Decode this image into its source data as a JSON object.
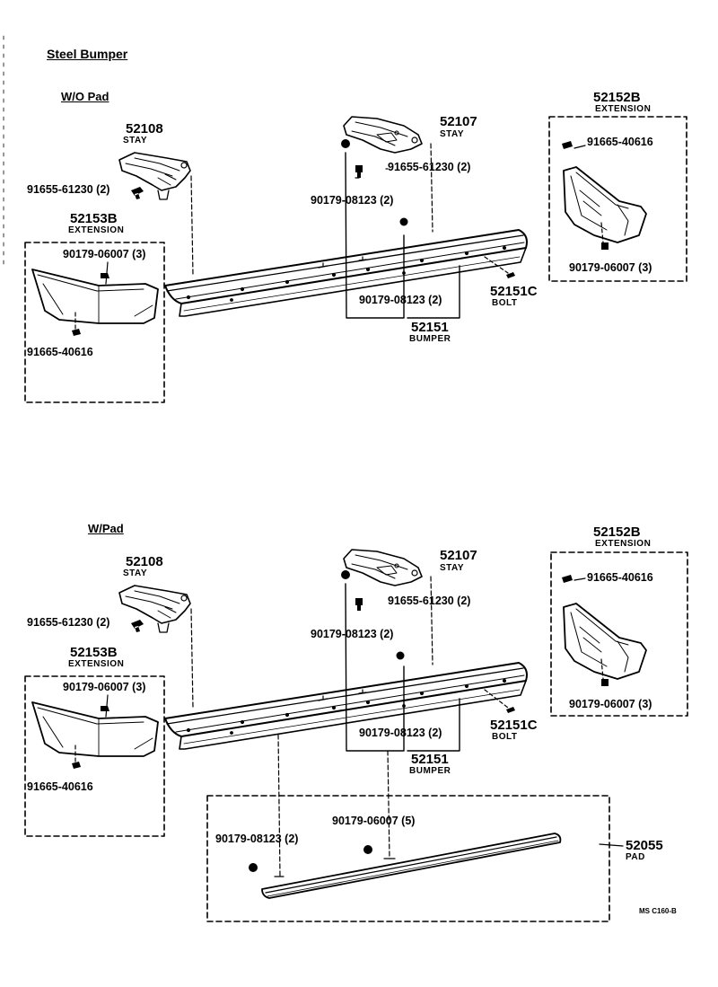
{
  "title": "Steel Bumper",
  "code": "MS C160-B",
  "top": {
    "heading": "W/O Pad",
    "stay_left": {
      "num": "52108",
      "name": "STAY"
    },
    "stay_right": {
      "num": "52107",
      "name": "STAY"
    },
    "ext_left": {
      "num": "52153B",
      "name": "EXTENSION"
    },
    "ext_right": {
      "num": "52152B",
      "name": "EXTENSION"
    },
    "bumper": {
      "num": "52151",
      "name": "BUMPER"
    },
    "bolt": {
      "num": "52151C",
      "name": "BOLT"
    },
    "parts": {
      "bolt_left": "91655-61230 (2)",
      "bolt_right": "91655-61230 (2)",
      "bolt_stay": "90179-08123 (2)",
      "bolt_bumper": "90179-08123 (2)",
      "nut_ext_left": "90179-06007 (3)",
      "clip_left": "91665-40616",
      "clip_right": "91665-40616",
      "nut_ext_right": "90179-06007 (3)"
    }
  },
  "bottom": {
    "heading": "W/Pad",
    "stay_left": {
      "num": "52108",
      "name": "STAY"
    },
    "stay_right": {
      "num": "52107",
      "name": "STAY"
    },
    "ext_left": {
      "num": "52153B",
      "name": "EXTENSION"
    },
    "ext_right": {
      "num": "52152B",
      "name": "EXTENSION"
    },
    "bumper": {
      "num": "52151",
      "name": "BUMPER"
    },
    "bolt": {
      "num": "52151C",
      "name": "BOLT"
    },
    "pad": {
      "num": "52055",
      "name": "PAD"
    },
    "parts": {
      "bolt_left": "91655-61230 (2)",
      "bolt_right": "91655-61230 (2)",
      "bolt_stay": "90179-08123 (2)",
      "bolt_bumper": "90179-08123 (2)",
      "nut_ext_left": "90179-06007 (3)",
      "clip_left": "91665-40616",
      "clip_right": "91665-40616",
      "nut_ext_right": "90179-06007 (3)",
      "pad_bolt": "90179-08123 (2)",
      "pad_nut": "90179-06007 (5)"
    }
  }
}
